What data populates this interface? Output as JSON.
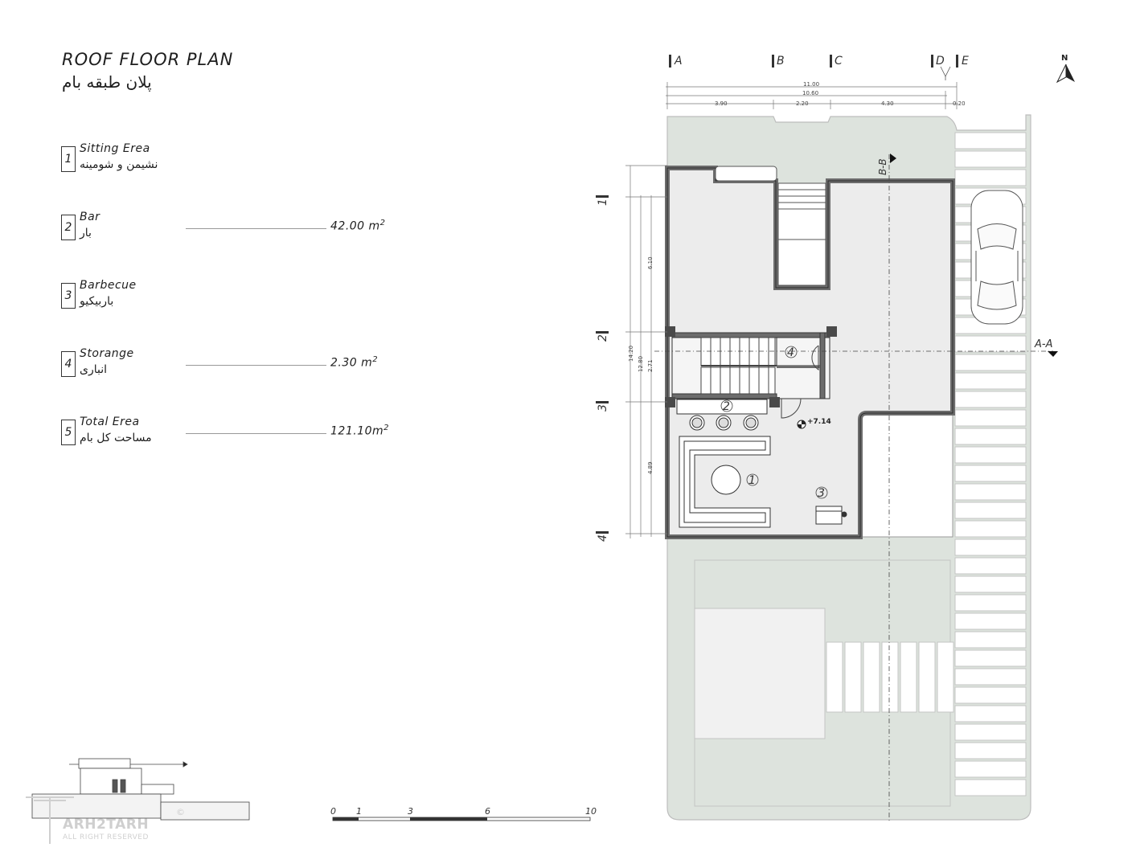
{
  "title_en": "ROOF FLOOR PLAN",
  "title_fa": "پلان طبقه بام",
  "legend": [
    {
      "num": "1",
      "en": "Sitting Erea",
      "fa": "نشیمن و شومینه",
      "area": ""
    },
    {
      "num": "2",
      "en": "Bar",
      "fa": "بار",
      "area": "42.00 m"
    },
    {
      "num": "3",
      "en": "Barbecue",
      "fa": "باربیکیو",
      "area": ""
    },
    {
      "num": "4",
      "en": "Storange",
      "fa": "انباری",
      "area": "2.30 m"
    },
    {
      "num": "5",
      "en": "Total Erea",
      "fa": "مساحت کل بام",
      "area": "121.10m"
    }
  ],
  "area_superscript": "2",
  "grid_labels_top": [
    "A",
    "B",
    "C",
    "D",
    "E"
  ],
  "grid_labels_side": [
    "1",
    "2",
    "3",
    "4"
  ],
  "dims_top": {
    "overall_1": "11.00",
    "overall_2": "10.60",
    "spans": [
      "3.90",
      "2.20",
      "4.30",
      "0.20"
    ]
  },
  "dims_side": {
    "overall_1": "14.20",
    "overall_2": "12.80",
    "spans": [
      "6.10",
      "2.71",
      "4.89"
    ]
  },
  "section_labels": {
    "bb": "B-B",
    "aa": "A-A"
  },
  "room_numbers": [
    "1",
    "2",
    "3",
    "4"
  ],
  "level": "+7.14",
  "north": "N",
  "scale_labels": [
    "0",
    "1",
    "3",
    "6",
    "10"
  ],
  "watermark": "ARH2TARH",
  "watermark_sub": "ALL RIGHT RESERVED",
  "watermark_mark": "©",
  "colors": {
    "site": "#dde3dd",
    "floor": "#ececec",
    "wall": "#6c6c6c",
    "line": "#444444"
  }
}
